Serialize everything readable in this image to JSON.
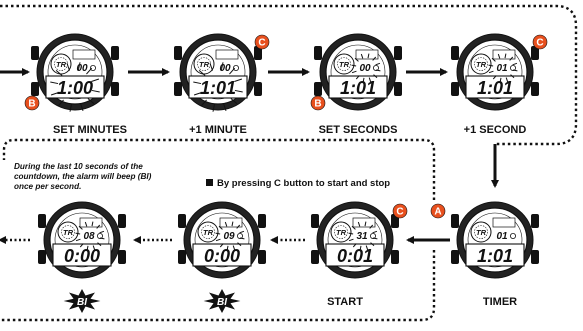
{
  "steps": [
    {
      "label": "SET MINUTES",
      "top_digits": "00",
      "main_digits": "1:00"
    },
    {
      "label": "+1 MINUTE",
      "top_digits": "00",
      "main_digits": "1:01"
    },
    {
      "label": "SET SECONDS",
      "top_digits": "00",
      "main_digits": "1:01"
    },
    {
      "label": "+1 SECOND",
      "top_digits": "01",
      "main_digits": "1:01"
    },
    {
      "label": "TIMER",
      "top_digits": "01",
      "main_digits": "1:01"
    },
    {
      "label": "START",
      "top_digits": "31",
      "main_digits": "0:01"
    },
    {
      "label": "",
      "top_digits": "09",
      "main_digits": "0:00"
    },
    {
      "label": "",
      "top_digits": "08",
      "main_digits": "0:00"
    }
  ],
  "mode_mark": "TR",
  "buttons": {
    "a": "A",
    "b": "B",
    "c": "C"
  },
  "beep_label": "BI",
  "note_lines": [
    "During the last 10 seconds of the",
    "countdown, the alarm will beep (BI)",
    "once per second."
  ],
  "caption": "By pressing C button to start and stop",
  "colors": {
    "button_accent": "#E8501E",
    "ink": "#111111",
    "lcd": "#FFFFFF"
  }
}
